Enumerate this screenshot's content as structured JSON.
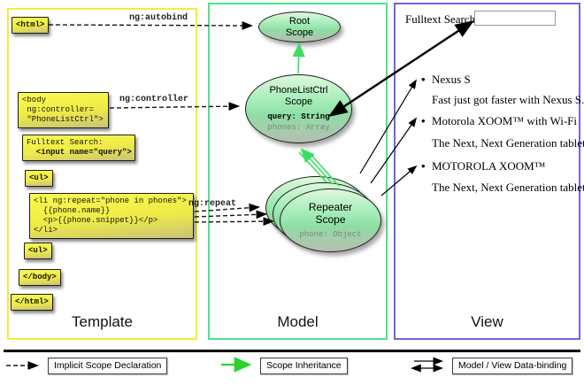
{
  "template": {
    "label": "Template",
    "html_open": "<html>",
    "body_open": "<body\n ng:controller=\n \"PhoneListCtrl\">",
    "fulltext_line1": "Fulltext Search:",
    "fulltext_line2": "  <input name=\"query\">",
    "ul_open": "<ul>",
    "li_repeat": "<li ng:repeat=\"phone in phones\">\n  {{phone.name}}\n  <p>{{phone.snippet}}</p>\n</li>",
    "ul_close": "<ul>",
    "body_close": "</body>",
    "html_close": "</html>"
  },
  "arrows": {
    "autobind": "ng:autobind",
    "controller": "ng:controller",
    "repeat": "ng:repeat"
  },
  "model": {
    "label": "Model",
    "root_scope": {
      "line1": "Root",
      "line2": "Scope"
    },
    "phonelist_scope": {
      "line1": "PhoneListCtrl",
      "line2": "Scope",
      "prop_bold": "query: String",
      "prop_gray": "phones: Array"
    },
    "repeater_scope": {
      "line1": "Repeater",
      "line2": "Scope",
      "prop_gray": "phone: Object"
    }
  },
  "view": {
    "label": "View",
    "search_label": "Fulltext Search:",
    "search_value": "",
    "bullet_glyph": "•",
    "items": [
      {
        "name": "Nexus S",
        "snippet": "Fast just got faster with Nexus S."
      },
      {
        "name": "Motorola XOOM™ with Wi-Fi",
        "snippet": "The Next, Next Generation tablet."
      },
      {
        "name": "MOTOROLA XOOM™",
        "snippet": "The Next, Next Generation tablet."
      }
    ]
  },
  "legend": {
    "implicit": "Implicit Scope Declaration",
    "inheritance": "Scope Inheritance",
    "binding": "Model / View Data-binding"
  },
  "colors": {
    "template_border": "#f2ee32",
    "model_border": "#54e189",
    "view_border": "#7165d6",
    "snippet_yellow": "#f6f544",
    "scope_fill_top": "#ddf8dc",
    "scope_fill_bottom": "#b6beb0",
    "inheritance_green": "#2bd32b"
  }
}
